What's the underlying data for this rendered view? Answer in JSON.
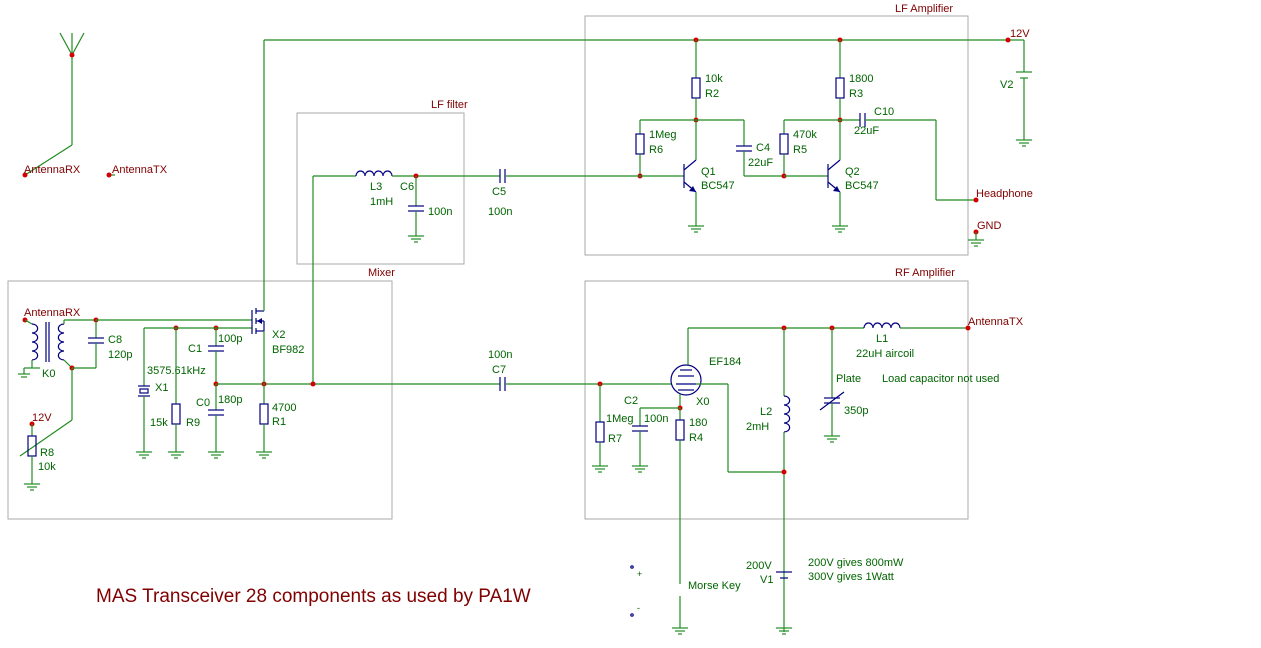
{
  "diagram": {
    "title": "MAS Transceiver 28 components as used by PA1W",
    "blocks": {
      "lf_amplifier": "LF Amplifier",
      "lf_filter": "LF filter",
      "mixer": "Mixer",
      "rf_amplifier": "RF Amplifier"
    },
    "connectors": {
      "antenna_rx_top": "AntennaRX",
      "antenna_tx_top": "AntennaTX",
      "antenna_rx": "AntennaRX",
      "antenna_tx": "AntennaTX",
      "headphone": "Headphone",
      "gnd": "GND",
      "v12_top": "12V",
      "v12_left": "12V"
    },
    "parts": {
      "R2": {
        "ref": "R2",
        "value": "10k"
      },
      "R3": {
        "ref": "R3",
        "value": "1800"
      },
      "R6": {
        "ref": "R6",
        "value": "1Meg"
      },
      "R5": {
        "ref": "R5",
        "value": "470k"
      },
      "C4": {
        "ref": "C4",
        "value": "22uF"
      },
      "C10": {
        "ref": "C10",
        "value": "22uF"
      },
      "Q1": {
        "ref": "Q1",
        "value": "BC547"
      },
      "Q2": {
        "ref": "Q2",
        "value": "BC547"
      },
      "V2": {
        "ref": "V2"
      },
      "L3": {
        "ref": "L3",
        "value": "1mH"
      },
      "C6": {
        "ref": "C6",
        "value": "100n"
      },
      "C5": {
        "ref": "C5",
        "value": "100n"
      },
      "K0": {
        "ref": "K0"
      },
      "C8": {
        "ref": "C8",
        "value": "120p"
      },
      "X1": {
        "ref": "X1",
        "value": "3575.61kHz"
      },
      "R9": {
        "ref": "R9",
        "value": "15k"
      },
      "C1": {
        "ref": "C1",
        "value": "100p"
      },
      "C0": {
        "ref": "C0",
        "value": "180p"
      },
      "X2": {
        "ref": "X2",
        "value": "BF982"
      },
      "R1": {
        "ref": "R1",
        "value": "4700"
      },
      "R8": {
        "ref": "R8",
        "value": "10k"
      },
      "C7": {
        "ref": "C7",
        "value": "100n"
      },
      "X0": {
        "ref": "X0",
        "value": "EF184"
      },
      "C2": {
        "ref": "C2",
        "value": "100n"
      },
      "R7": {
        "ref": "R7",
        "value": "1Meg"
      },
      "R4": {
        "ref": "R4",
        "value": "180"
      },
      "L2": {
        "ref": "L2",
        "value": "2mH"
      },
      "Plate": {
        "ref": "Plate",
        "value": "350p"
      },
      "L1": {
        "ref": "L1",
        "value": "22uH aircoil"
      },
      "V1": {
        "ref": "V1",
        "value": "200V"
      }
    },
    "notes": {
      "load_cap": "Load capacitor not used",
      "power_1": "200V gives 800mW",
      "power_2": "300V gives 1Watt",
      "morse_key": "Morse Key"
    }
  }
}
